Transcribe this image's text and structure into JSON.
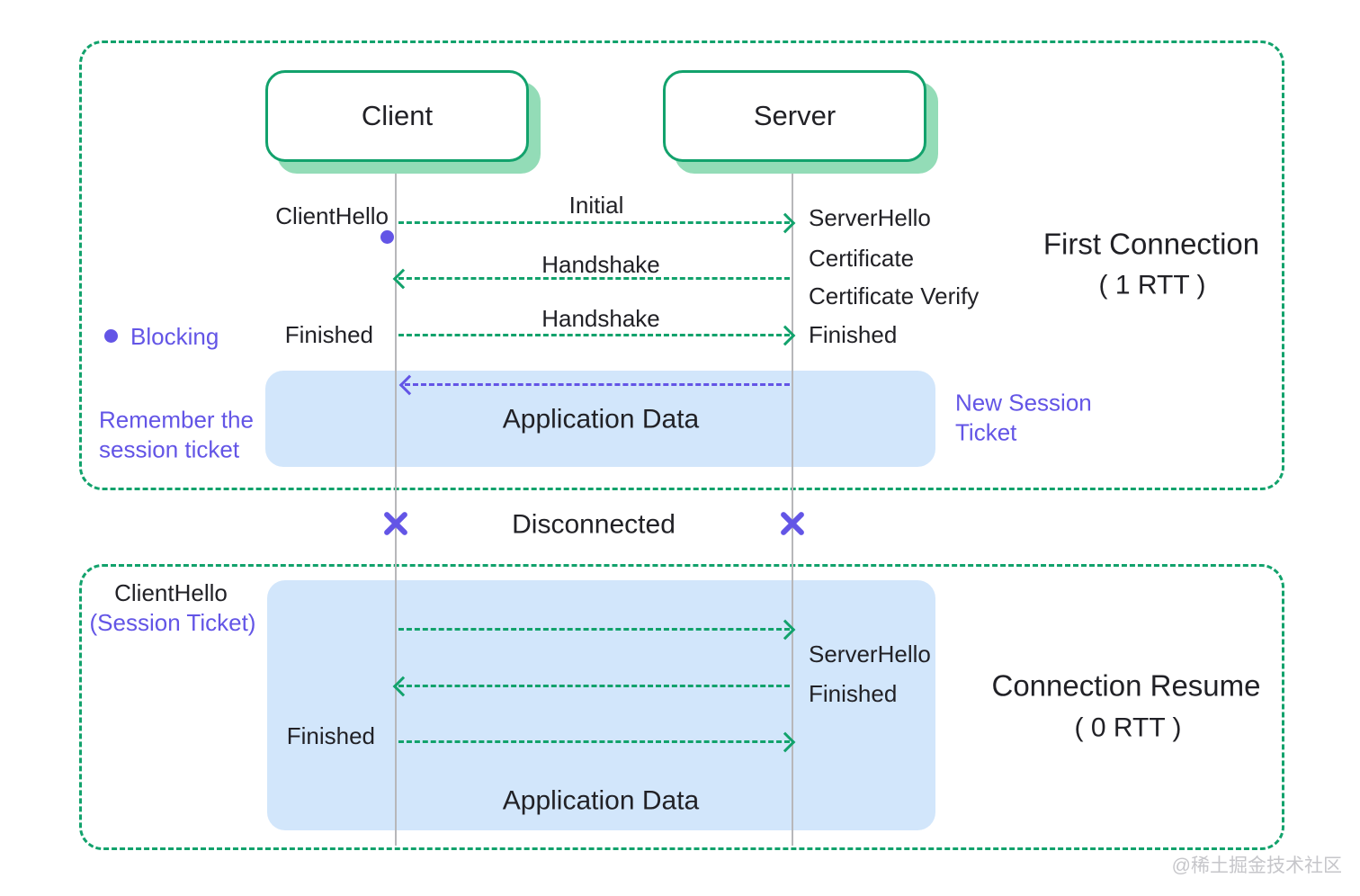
{
  "colors": {
    "green": "#12a26c",
    "mint_shadow": "#93dcb7",
    "purple": "#6355e6",
    "block_blue": "#d2e6fb",
    "lifeline_gray": "#b7b7ba",
    "text": "#212126",
    "watermark_gray": "#c6c6ca"
  },
  "actors": {
    "client": "Client",
    "server": "Server"
  },
  "legend": {
    "blocking": "Blocking"
  },
  "first": {
    "client_hello": "ClientHello",
    "initial": "Initial",
    "handshake_1": "Handshake",
    "handshake_2": "Handshake",
    "client_finished": "Finished",
    "server_hello": "ServerHello",
    "certificate": "Certificate",
    "certificate_verify": "Certificate Verify",
    "server_finished": "Finished",
    "application_data": "Application Data",
    "note_left": "Remember the\nsession ticket",
    "note_right": "New Session\nTicket",
    "title": "First Connection",
    "rtt": "( 1 RTT )"
  },
  "disconnect": {
    "label": "Disconnected"
  },
  "resume": {
    "client_hello": "ClientHello",
    "session_ticket": "(Session Ticket)",
    "client_finished": "Finished",
    "server_hello": "ServerHello",
    "server_finished": "Finished",
    "application_data": "Application Data",
    "title": "Connection Resume",
    "rtt": "( 0 RTT )"
  },
  "watermark": "@稀土掘金技术社区"
}
